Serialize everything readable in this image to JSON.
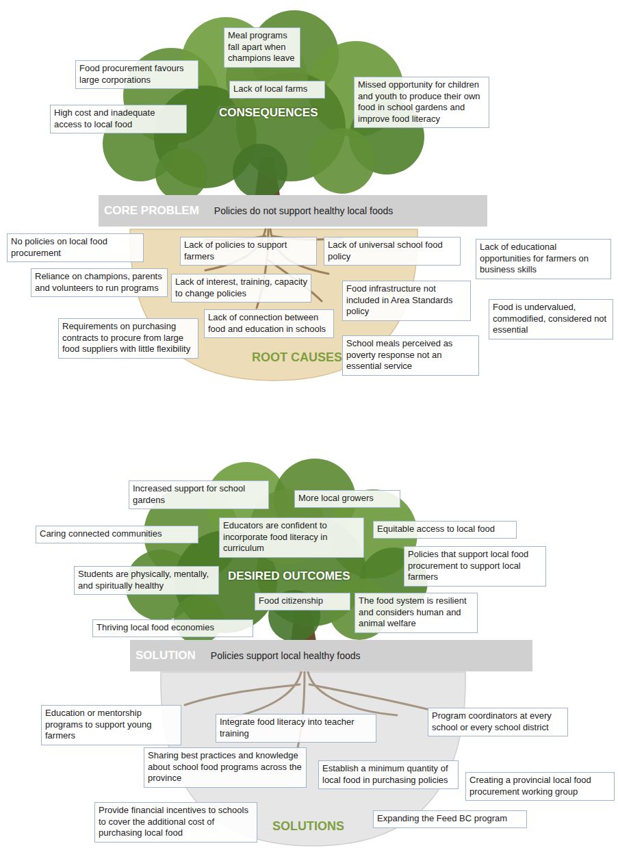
{
  "diagram": {
    "nodes": [
      {
        "text": [
          "Meal programs fall apart when champions leave"
        ]
      },
      {
        "text": [
          "Food procurement favours large corporations"
        ]
      },
      {
        "text": [
          "Missed opportunity for children and youth to produce their own food in school gardens and improve food literacy"
        ]
      },
      {
        "text": [
          "Lack of local farms"
        ]
      },
      {
        "text": [
          "High cost and inadequate access to local food"
        ]
      },
      {
        "text": [
          "CORE PROBLEM",
          "Policies do not support healthy local foods"
        ]
      },
      {
        "text": [
          "No policies on local food procurement"
        ]
      },
      {
        "text": [
          "Lack of policies to support farmers"
        ]
      },
      {
        "text": [
          "Lack of universal school food policy"
        ]
      },
      {
        "text": [
          "Lack of educational opportunities for farmers on business skills"
        ]
      },
      {
        "text": [
          "Reliance on champions, parents and volunteers to run programs"
        ]
      },
      {
        "text": [
          "Lack of interest, training, capacity to change policies"
        ]
      },
      {
        "text": [
          "Food infrastructure not included in Area Standards policy"
        ]
      },
      {
        "text": [
          "Food is undervalued, commodified, considered not essential"
        ]
      },
      {
        "text": [
          "Lack of connection between food and education in schools"
        ]
      },
      {
        "text": [
          "Requirements on purchasing contracts to procure from large food suppliers with little flexibility"
        ]
      },
      {
        "text": [
          "School meals perceived as poverty response not an essential service"
        ]
      },
      {
        "text": [
          "Increased support for school gardens"
        ]
      },
      {
        "text": [
          "More local growers"
        ]
      },
      {
        "text": [
          "Educators are confident to incorporate food literacy in curriculum"
        ]
      },
      {
        "text": [
          "Equitable access to local food"
        ]
      },
      {
        "text": [
          "Caring connected communities"
        ]
      },
      {
        "text": [
          "Policies that support local food procurement to support local farmers"
        ]
      },
      {
        "text": [
          "Students are physically, mentally, and spiritually healthy"
        ]
      },
      {
        "text": [
          "Food citizenship"
        ]
      },
      {
        "text": [
          "The food system is resilient and considers human and animal welfare"
        ]
      },
      {
        "text": [
          "Thriving local food economies"
        ]
      },
      {
        "text": [
          "SOLUTION",
          "Policies support local healthy foods"
        ]
      },
      {
        "text": [
          "Education or mentorship programs to support young farmers"
        ]
      },
      {
        "text": [
          "Program coordinators at every school or every school district"
        ]
      },
      {
        "text": [
          "Integrate food literacy into teacher training"
        ]
      },
      {
        "text": [
          "Sharing best practices and knowledge about school food programs across the province"
        ]
      },
      {
        "text": [
          "Establish a minimum quantity of local food in purchasing policies"
        ]
      },
      {
        "text": [
          "Creating a provincial local food procurement working group"
        ]
      },
      {
        "text": [
          "Provide financial incentives to schools to cover the additional cost of purchasing local food"
        ]
      },
      {
        "text": [
          "Expanding the Feed BC program"
        ]
      }
    ],
    "labels": [
      "CONSEQUENCES",
      "ROOT CAUSES",
      "DESIRED OUTCOMES",
      "SOLUTIONS"
    ]
  }
}
